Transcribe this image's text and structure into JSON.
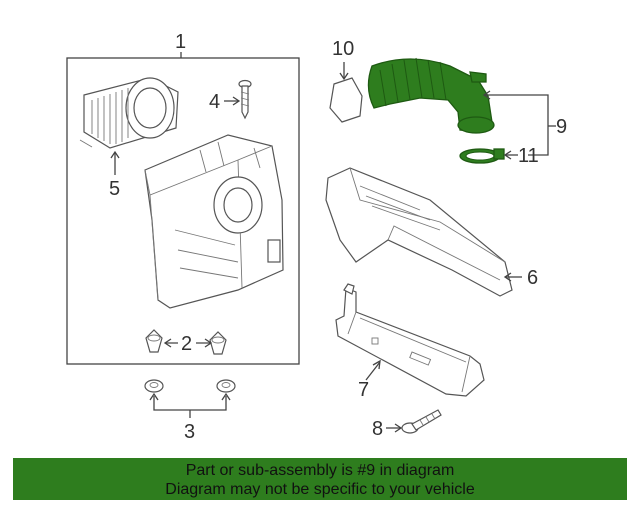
{
  "callouts": {
    "c1": "1",
    "c2": "2",
    "c3": "3",
    "c4": "4",
    "c5": "5",
    "c6": "6",
    "c7": "7",
    "c8": "8",
    "c9": "9",
    "c10": "10",
    "c11": "11"
  },
  "colors": {
    "highlight": "#2e7d1e",
    "banner": "#2e7d1e"
  },
  "banner": {
    "line1": "Part or sub-assembly is #9 in diagram",
    "line2": "Diagram may not be specific to your vehicle"
  }
}
